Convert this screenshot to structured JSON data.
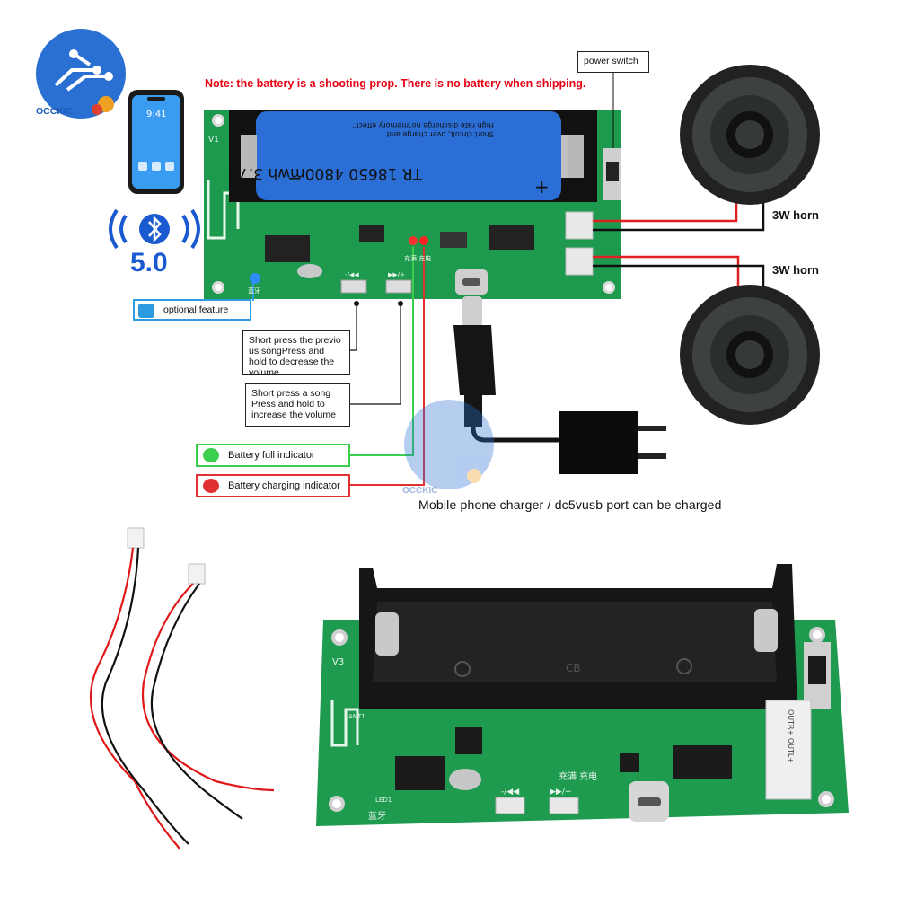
{
  "brand": {
    "logo_text": "OCCKIC",
    "watermark_text": "OCCKIC"
  },
  "note": "Note: the battery is a shooting prop. There is no battery when shipping.",
  "phone": {
    "time": "9:41"
  },
  "bluetooth": {
    "version": "5.0"
  },
  "labels": {
    "power_switch": "power switch",
    "horn_top": "3W horn",
    "horn_bottom": "3W horn",
    "optional_feature": "optional feature",
    "prev_button": "Short press the previo us songPress and hold to decrease the volume",
    "next_button": "Short press a song Press and hold to increase the volume",
    "battery_full": "Battery full indicator",
    "battery_charging": "Battery charging indicator",
    "charger_caption": "Mobile phone charger / dc5vusb port can be charged"
  },
  "battery": {
    "model": "TR 18650 4800mwh 3.7V",
    "minus": "−",
    "plus": "+",
    "fine_print_1": "High rate discharge no\"memory effect\"",
    "fine_print_2": "Short circuit, over charge and"
  },
  "board_top": {
    "version": "V1",
    "led_text": "充满 充电",
    "btn_prev": "-/◀◀",
    "btn_next": "▶▶/+",
    "bt_text": "蓝牙"
  },
  "board_bottom": {
    "version": "V3",
    "holder_mark": "CB",
    "ant": "ANT1",
    "led_text": "充满 充电",
    "btn_prev": "-/◀◀",
    "btn_next": "▶▶/+",
    "bt_text": "蓝牙",
    "led_label": "LED1",
    "out_label": "OUTR+ OUTL+"
  },
  "colors": {
    "pcb": "#1e9a4e",
    "battery": "#2b6fd6",
    "note_red": "#e60012",
    "full_green": "#3ccf4e",
    "charging_red": "#e03030",
    "optional_blue": "#2c9be0"
  }
}
